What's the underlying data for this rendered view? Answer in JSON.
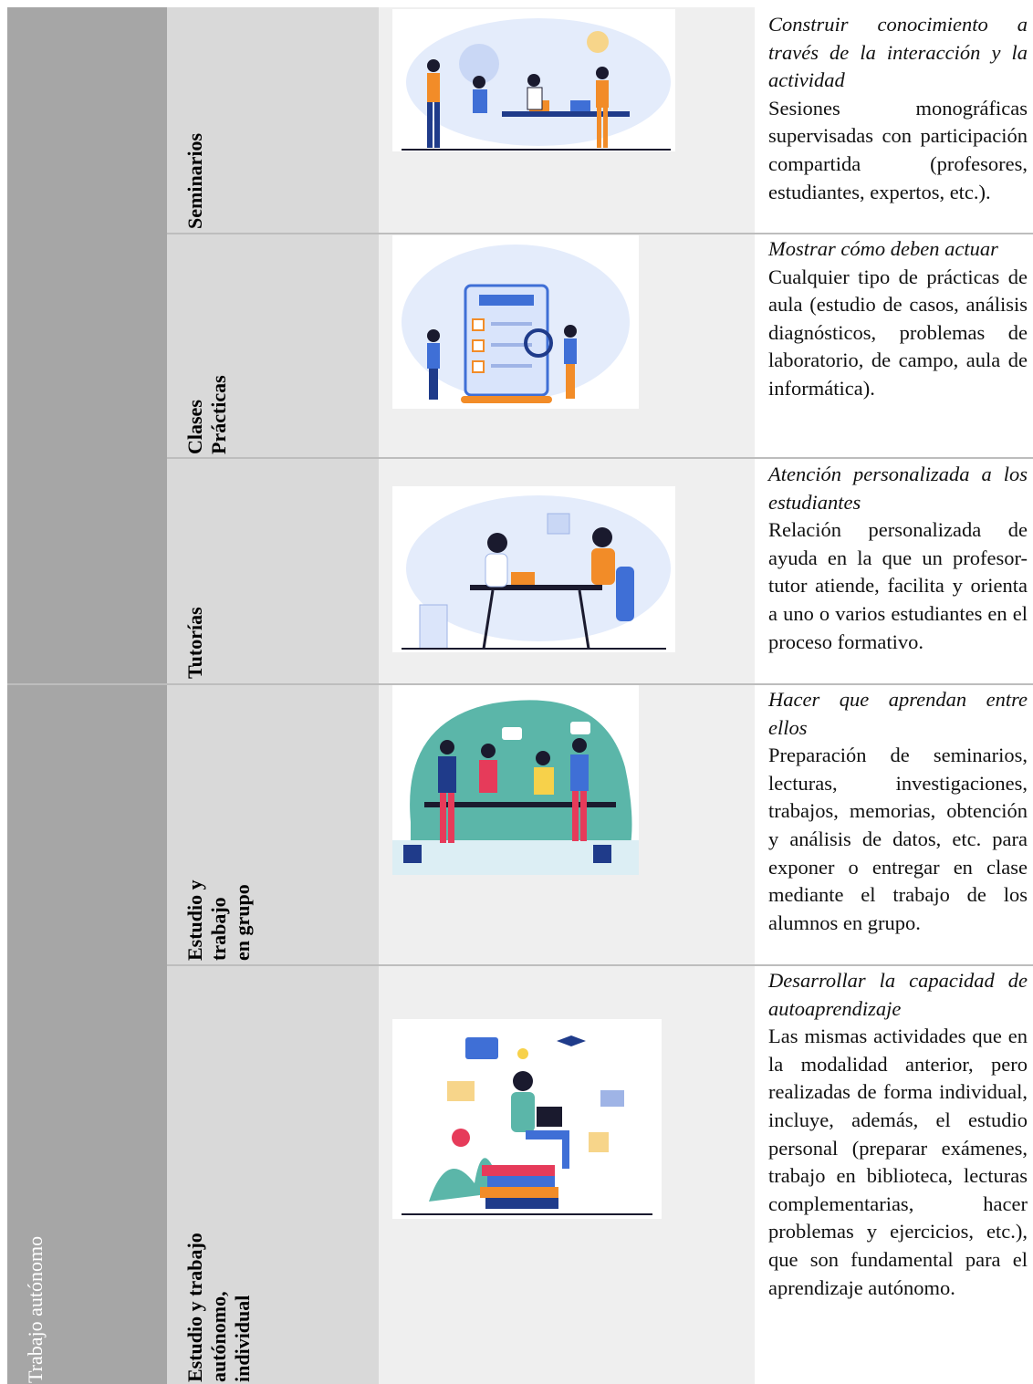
{
  "groups": [
    {
      "label": ""
    },
    {
      "label": "Trabajo autónomo"
    }
  ],
  "rows": [
    {
      "modality": [
        "Seminarios"
      ],
      "illustration": "team-meeting-illustration",
      "objective": "Construir conocimiento a través de la interacción y la actividad",
      "description": "Sesiones monográficas supervisadas con participación compartida (profesores, estudiantes, expertos, etc.)."
    },
    {
      "modality": [
        "Clases",
        "Prácticas"
      ],
      "illustration": "rules-checklist-illustration",
      "objective": "Mostrar cómo deben actuar",
      "description": "Cualquier tipo de prácticas de aula (estudio de casos, análisis diagnósticos, problemas de laboratorio, de campo, aula de informática)."
    },
    {
      "modality": [
        "Tutorías"
      ],
      "illustration": "tutoring-conversation-illustration",
      "objective": "Atención personalizada a los estudiantes",
      "description": "Relación personalizada de ayuda en la que un profesor-tutor atiende, facilita y orienta a uno o varios estudiantes en el proceso formativo."
    },
    {
      "modality": [
        "Estudio y",
        "trabajo",
        "en grupo"
      ],
      "illustration": "group-work-illustration",
      "objective": "Hacer que aprendan entre ellos",
      "description": "Preparación de seminarios, lecturas, investigaciones, trabajos, memorias, obtención y análisis de datos, etc. para exponer o entregar en clase mediante el trabajo de los alumnos en grupo."
    },
    {
      "modality": [
        "Estudio y trabajo",
        "autónomo,",
        "individual"
      ],
      "illustration": "self-learning-illustration",
      "objective": "Desarrollar la capacidad de autoaprendizaje",
      "description": "Las mismas actividades que en la modalidad anterior, pero realizadas de forma individual, incluye, además, el estudio personal (preparar exámenes, trabajo en biblioteca, lecturas complementarias, hacer problemas y ejercicios, etc.), que son fundamental para el aprendizaje autónomo."
    }
  ],
  "colors": {
    "group_fill": "#a6a6a6",
    "modality_fill": "#d9d9d9",
    "image_fill": "#efefef",
    "illustration_accent_blue": "#3f6fd6",
    "illustration_accent_orange": "#f28c28",
    "illustration_background": "#e4ecfb"
  }
}
